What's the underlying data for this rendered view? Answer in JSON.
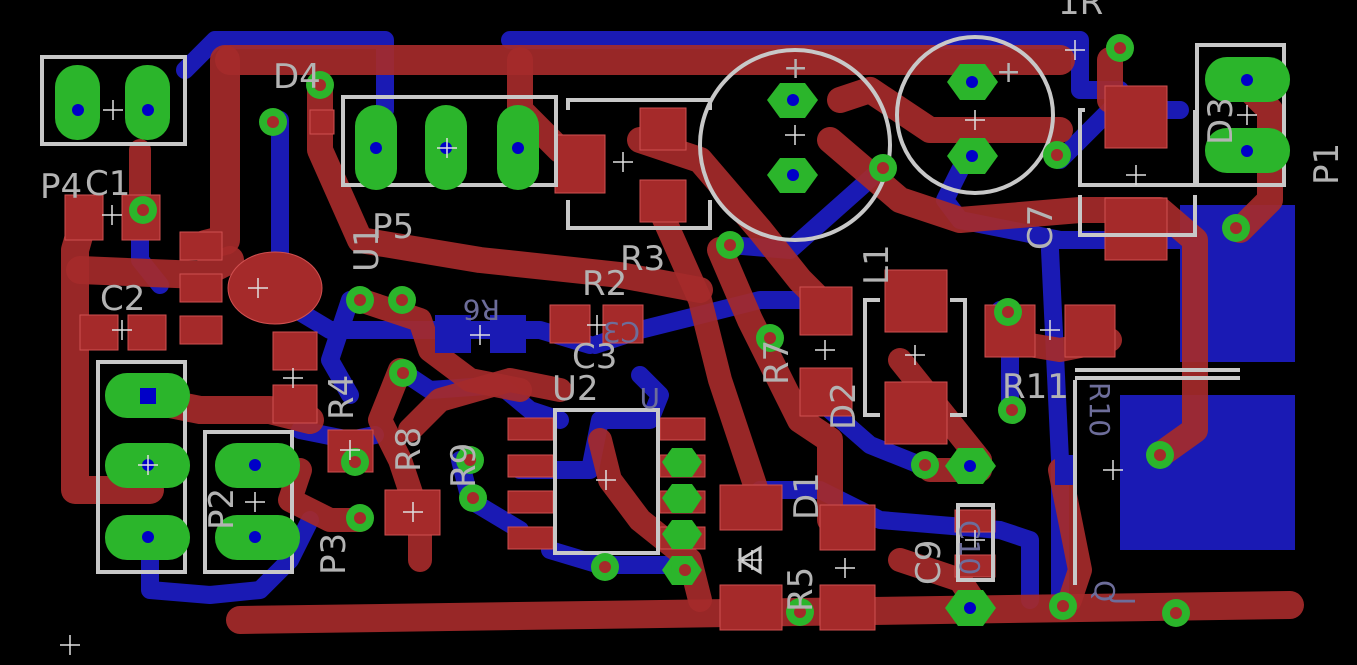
{
  "labels": {
    "p1": "P1",
    "p2": "P2",
    "p3": "P3",
    "p4": "P4",
    "p5": "P5",
    "c1": "C1",
    "c2": "C2",
    "c3": "C3",
    "c7": "C7",
    "c9": "C9",
    "u1": "U1",
    "u2": "U2",
    "d1": "D1",
    "d2": "D2",
    "d3": "D3",
    "d4": "D4",
    "r2": "R2",
    "r3": "R3",
    "r4": "R4",
    "r5": "R5",
    "r8": "R8",
    "r9": "R9",
    "r11": "R11",
    "l1": "L1",
    "r6_mirrored": "R6",
    "r7_top": "1R",
    "r7_mid": "R7",
    "q_mirrored": "Q",
    "c10_mirrored": "C10",
    "r10_mirrored": "R10",
    "c3_mirror": "C3",
    "u2_mirror": "U",
    "j_mirror": "J"
  },
  "colors": {
    "background": "#000000",
    "top_copper": "#a52a2a",
    "bottom_copper": "#1a1ab4",
    "pads": "#2bb52b",
    "silkscreen": "#c8c8c8"
  }
}
